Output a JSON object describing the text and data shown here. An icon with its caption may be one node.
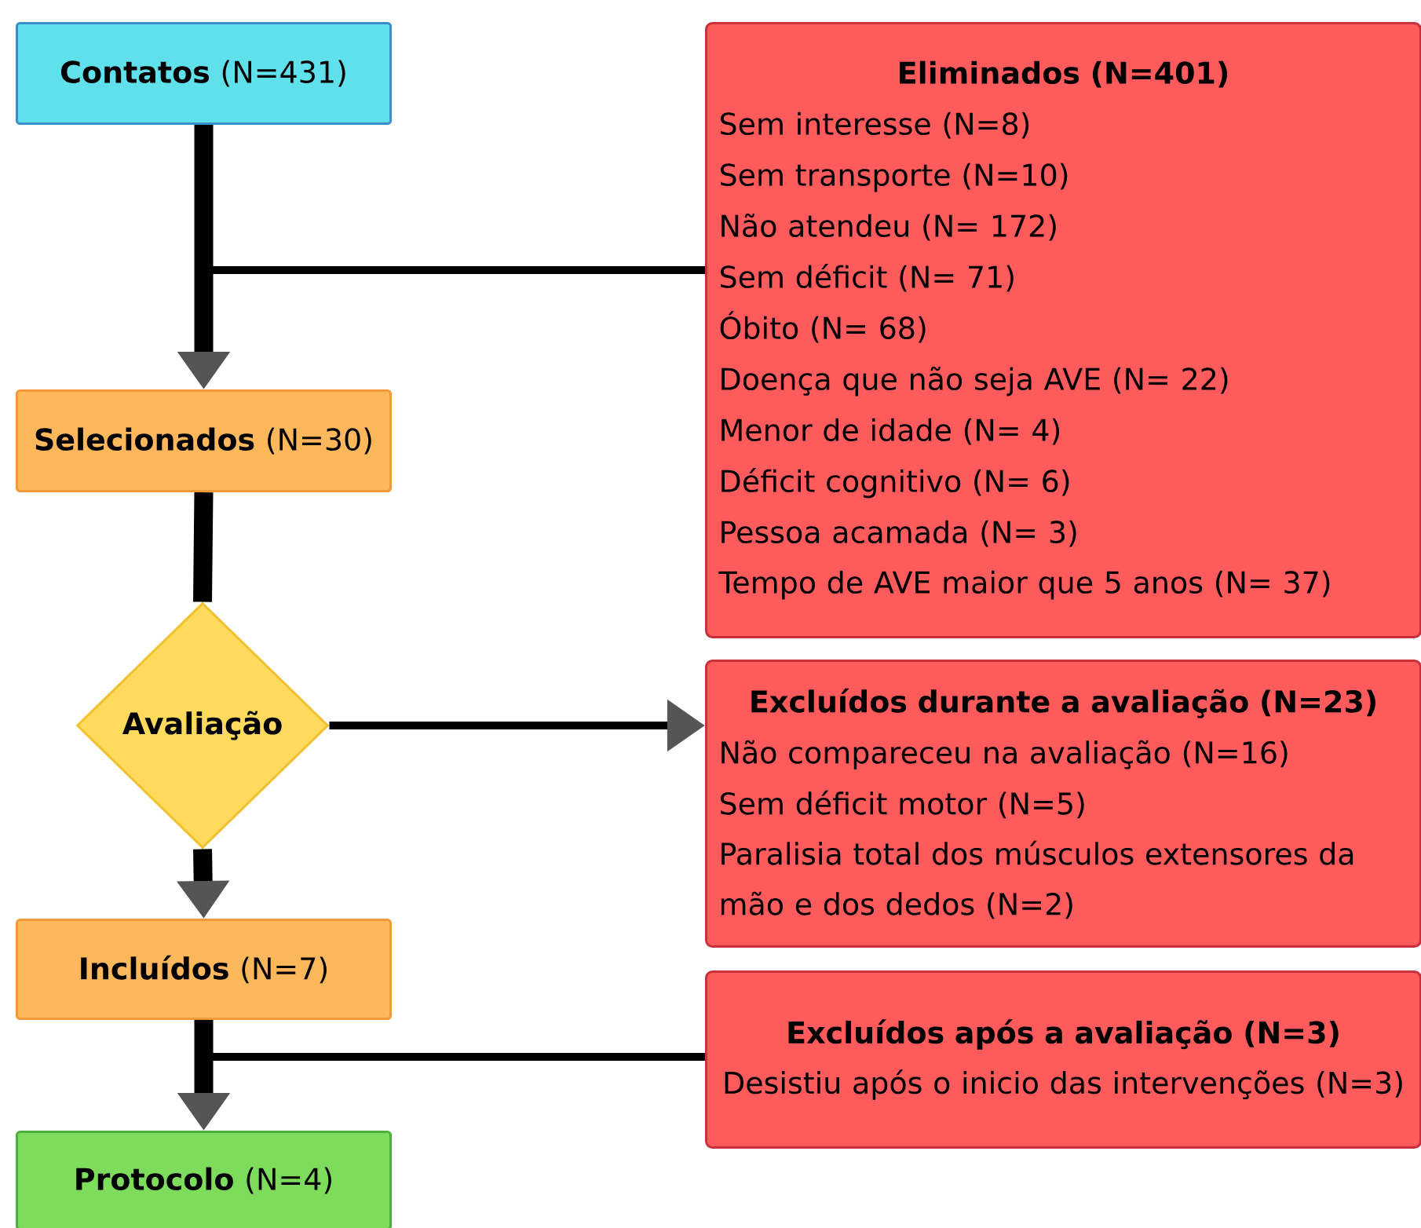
{
  "diagram": {
    "nodes": [
      {
        "text": [
          "**Contatos** (N=431)"
        ]
      },
      {
        "text": [
          "Eliminados (N=401)",
          "Sem interesse (N=8)",
          "Sem transporte (N=10)",
          "Não atendeu (N= 172)",
          "Sem déficit (N= 71)",
          "Óbito (N= 68)",
          "Doença que não seja AVE (N= 22)",
          "Menor de idade (N= 4)",
          "Déficit cognitivo (N= 6)",
          "Pessoa acamada (N= 3)",
          "Tempo de AVE maior que 5 anos (N= 37)"
        ]
      },
      {
        "text": [
          "**Selecionados** (N=30)"
        ]
      },
      {
        "text": [
          "Avaliação"
        ]
      },
      {
        "text": [
          "Excluídos durante a avaliação (N=23)",
          "Não compareceu na avaliação (N=16)",
          "Sem déficit motor (N=5)",
          "Paralisia total dos músculos extensores da mão e dos dedos (N=2)"
        ]
      },
      {
        "text": [
          "**Incluídos** (N=7)"
        ]
      },
      {
        "text": [
          "Excluídos após a avaliação (N=3)",
          "Desistiu após o inicio das intervenções (N=3)"
        ]
      },
      {
        "text": [
          "**Protocolo** (N=4)"
        ]
      }
    ],
    "edges": [
      {
        "from": 0,
        "to": 2,
        "arrow": "to"
      },
      {
        "from": 0,
        "to": 1,
        "arrow": "none"
      },
      {
        "from": 2,
        "to": 3,
        "arrow": "none"
      },
      {
        "from": 3,
        "to": 4,
        "arrow": "to"
      },
      {
        "from": 3,
        "to": 5,
        "arrow": "to"
      },
      {
        "from": 5,
        "to": 6,
        "arrow": "none"
      },
      {
        "from": 5,
        "to": 7,
        "arrow": "to"
      }
    ]
  }
}
